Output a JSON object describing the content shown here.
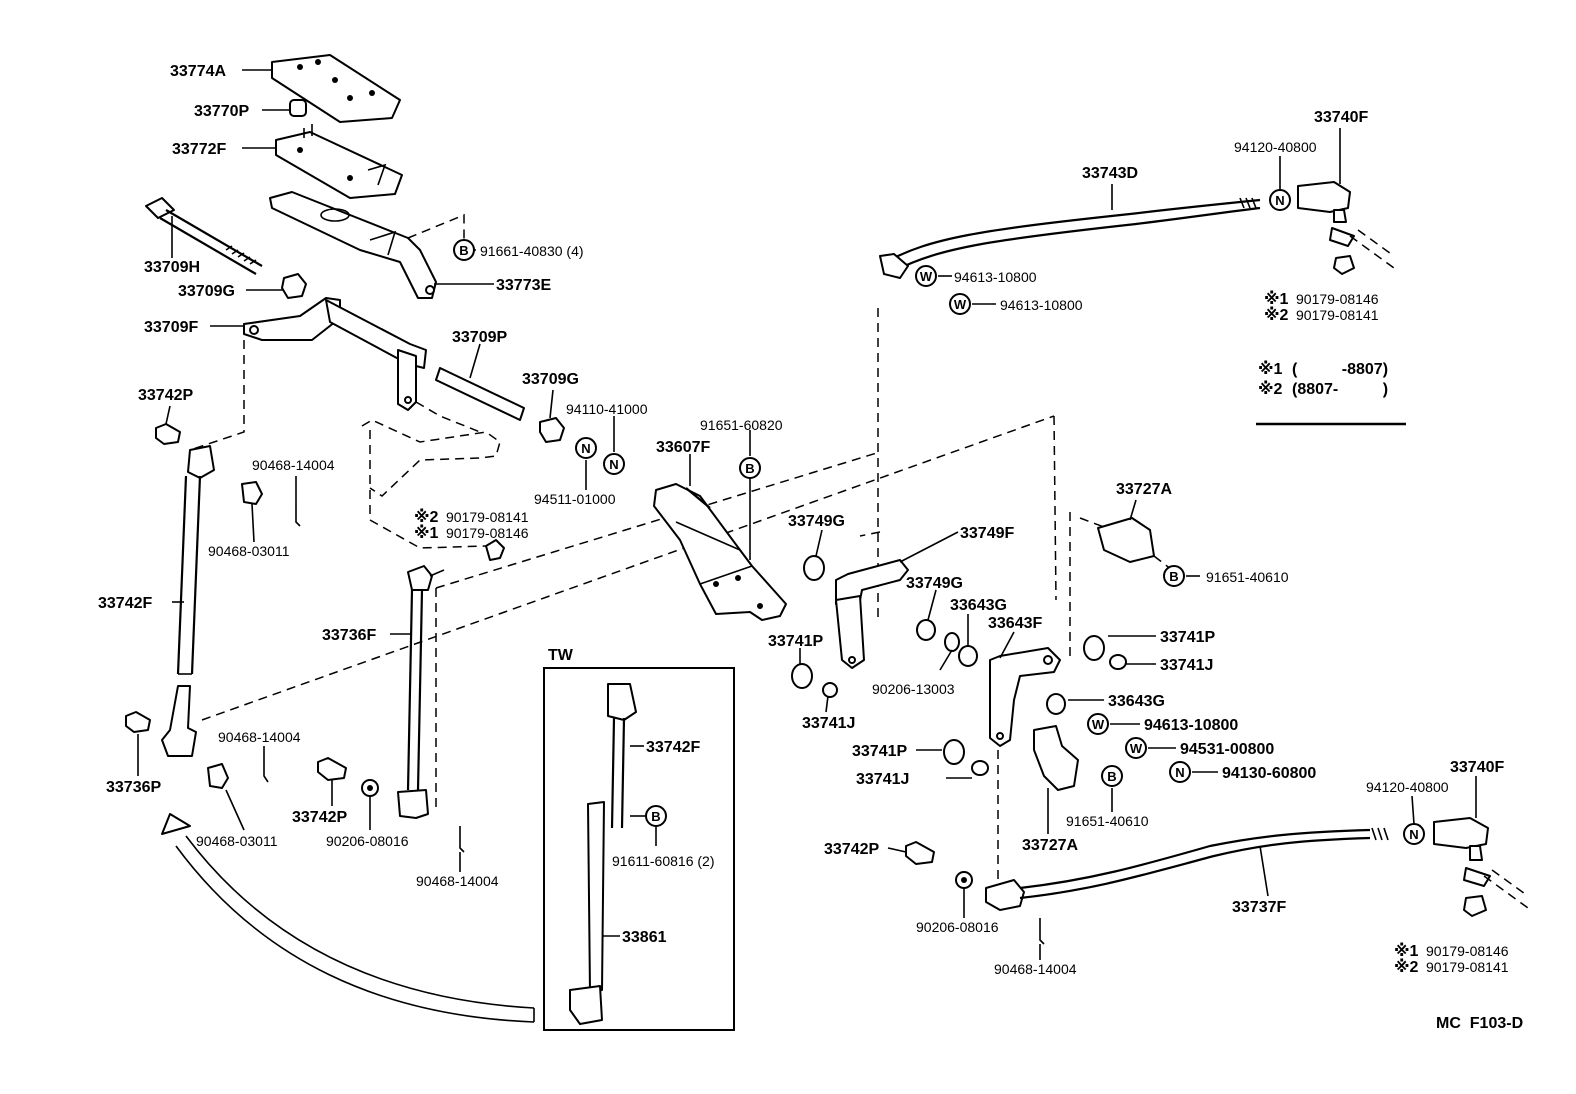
{
  "diagram": {
    "code": "MC  F103-D",
    "inset_title": "TW",
    "legend": {
      "row1": {
        "mark": "※1",
        "text": "(          -8807)"
      },
      "row2": {
        "mark": "※2",
        "text": "(8807-          )"
      }
    },
    "circle_marks": {
      "bolt": "B",
      "washer": "W",
      "nut": "N"
    },
    "labels": {
      "l33774A": "33774A",
      "l33770P": "33770P",
      "l33772F": "33772F",
      "l33709H": "33709H",
      "l33709G_a": "33709G",
      "l33709F": "33709F",
      "l33773E": "33773E",
      "l91661": "91661-40830 (4)",
      "l33709P": "33709P",
      "l33709G_b": "33709G",
      "l94110": "94110-41000",
      "l94511": "94511-01000",
      "l33742P_a": "33742P",
      "l90468_14004_a": "90468-14004",
      "l90468_03011_a": "90468-03011",
      "l90179_08141_a": "90179-08141",
      "l90179_08146_a": "90179-08146",
      "l33742F_a": "33742F",
      "l33736F": "33736F",
      "l33736P": "33736P",
      "l90468_14004_b": "90468-14004",
      "l90468_03011_b": "90468-03011",
      "l33742P_b": "33742P",
      "l90206_08016_a": "90206-08016",
      "l90468_14004_c": "90468-14004",
      "l91651_60820": "91651-60820",
      "l33607F": "33607F",
      "l33742F_b": "33742F",
      "l91611": "91611-60816 (2)",
      "l33861": "33861",
      "l33743D": "33743D",
      "l94120_a": "94120-40800",
      "l33740F_a": "33740F",
      "l94613_a": "94613-10800",
      "l94613_b": "94613-10800",
      "l90179_08146_b": "90179-08146",
      "l90179_08141_b": "90179-08141",
      "l33749G_a": "33749G",
      "l33749F": "33749F",
      "l33749G_b": "33749G",
      "l33643G_a": "33643G",
      "l33643F": "33643F",
      "l33741P_a": "33741P",
      "l33741J_a": "33741J",
      "l90206_13003": "90206-13003",
      "l33727A_a": "33727A",
      "l91651_40610_a": "91651-40610",
      "l33741P_b": "33741P",
      "l33741J_b": "33741J",
      "l33643G_b": "33643G",
      "l94613_c": "94613-10800",
      "l94531": "94531-00800",
      "l94130": "94130-60800",
      "l33741P_c": "33741P",
      "l33741J_c": "33741J",
      "l91651_40610_b": "91651-40610",
      "l33727A_b": "33727A",
      "l33742P_c": "33742P",
      "l90206_08016_b": "90206-08016",
      "l90468_14004_d": "90468-14004",
      "l33737F": "33737F",
      "l94120_b": "94120-40800",
      "l33740F_b": "33740F",
      "l90179_08146_c": "90179-08146",
      "l90179_08141_c": "90179-08141"
    },
    "marks": {
      "m1": "※2",
      "m2": "※1",
      "m3": "※1",
      "m4": "※2",
      "m5": "※1",
      "m6": "※2"
    }
  }
}
